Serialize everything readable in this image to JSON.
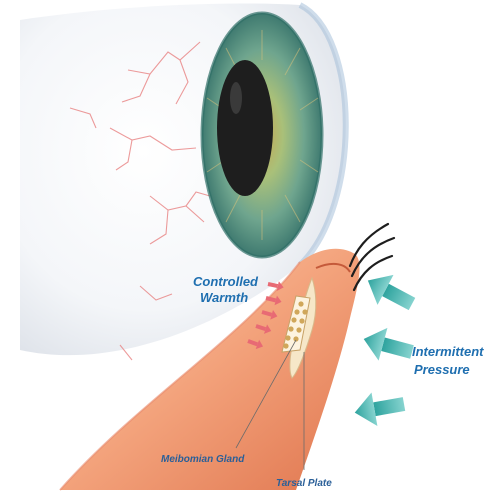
{
  "labels": {
    "warmth_line1": "Controlled",
    "warmth_line2": "Warmth",
    "pressure_line1": "Intermittent",
    "pressure_line2": "Pressure",
    "gland": "Meibomian Gland",
    "plate": "Tarsal Plate"
  },
  "colors": {
    "label_blue": "#1f6fb0",
    "pressure_arrow": "#45b8b4",
    "warmth_arrow": "#e86a74",
    "eyelid": "#f2a07a",
    "iris": "#7fb39c"
  }
}
